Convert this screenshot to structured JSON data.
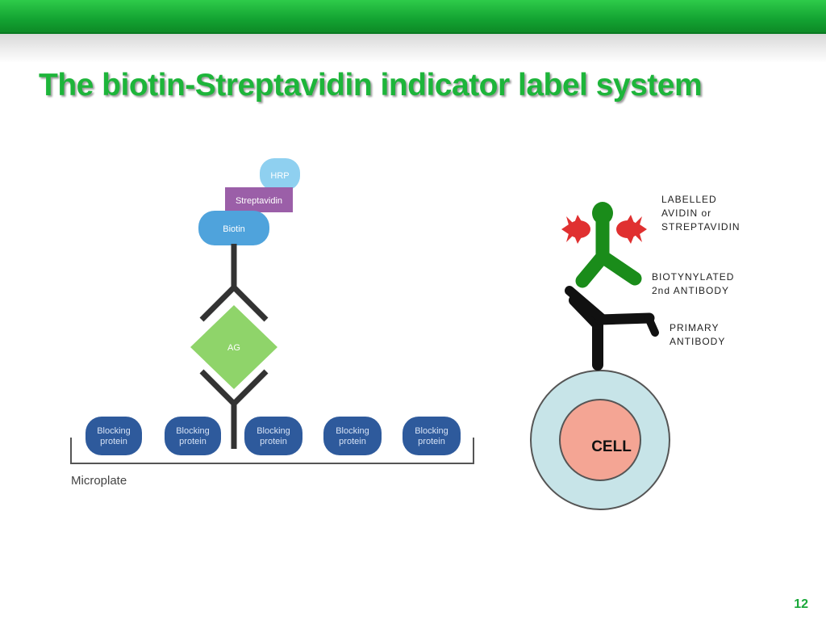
{
  "slide": {
    "title": "The biotin-Streptavidin indicator label system",
    "page_number": "12"
  },
  "elisa": {
    "hrp": "HRP",
    "streptavidin": "Streptavidin",
    "biotin": "Biotin",
    "antigen": "AG",
    "blocking_proteins": [
      [
        "Blocking",
        "protein"
      ],
      [
        "Blocking",
        "protein"
      ],
      [
        "Blocking",
        "protein"
      ],
      [
        "Blocking",
        "protein"
      ],
      [
        "Blocking",
        "protein"
      ]
    ],
    "microplate": "Microplate",
    "colors": {
      "hrp": "#8fd0f0",
      "streptavidin": "#9b5fa8",
      "biotin": "#4fa3dc",
      "antigen": "#8fd46a",
      "blocking": "#2e5a9c",
      "antibody": "#333333"
    }
  },
  "cell_diagram": {
    "labelled_avidin": [
      "LABELLED",
      "AVIDIN or",
      "STREPTAVIDIN"
    ],
    "biotinylated_antibody": [
      "BIOTYNYLATED",
      "2nd ANTIBODY"
    ],
    "primary_antibody": [
      "PRIMARY",
      "ANTIBODY"
    ],
    "cell": "CELL",
    "colors": {
      "label_burst": "#e03030",
      "secondary_antibody": "#1a8c1a",
      "primary_antibody": "#111111",
      "cell_outer": "#c7e4e8",
      "cell_inner": "#f4a594"
    }
  }
}
